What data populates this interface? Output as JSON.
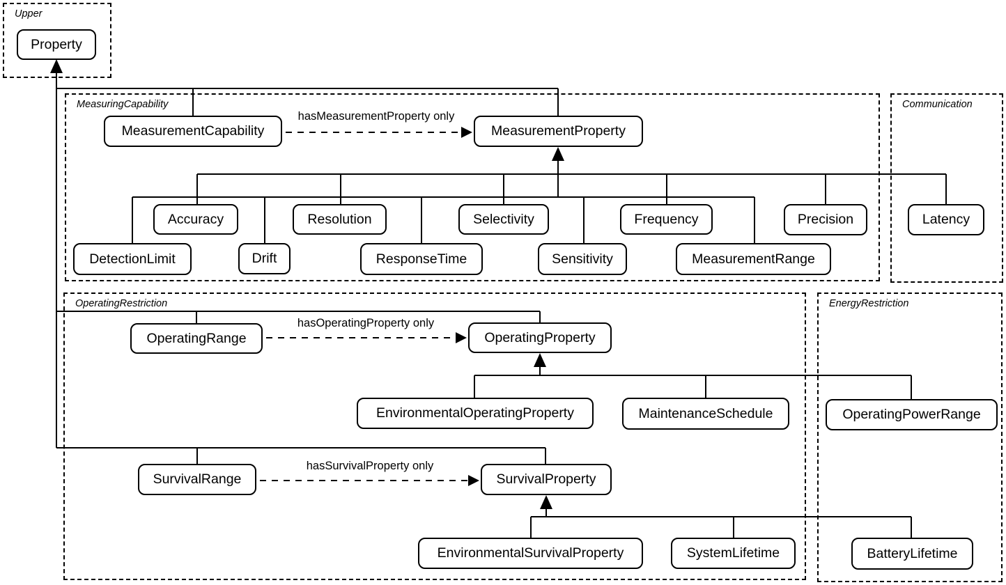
{
  "diagram": {
    "groups": {
      "upper": {
        "label": "Upper"
      },
      "measuring_capability": {
        "label": "MeasuringCapability"
      },
      "communication": {
        "label": "Communication"
      },
      "operating_restriction": {
        "label": "OperatingRestriction"
      },
      "energy_restriction": {
        "label": "EnergyRestriction"
      }
    },
    "nodes": {
      "property": {
        "label": "Property"
      },
      "measurement_capability": {
        "label": "MeasurementCapability"
      },
      "measurement_property": {
        "label": "MeasurementProperty"
      },
      "accuracy": {
        "label": "Accuracy"
      },
      "resolution": {
        "label": "Resolution"
      },
      "selectivity": {
        "label": "Selectivity"
      },
      "frequency": {
        "label": "Frequency"
      },
      "precision": {
        "label": "Precision"
      },
      "latency": {
        "label": "Latency"
      },
      "detection_limit": {
        "label": "DetectionLimit"
      },
      "drift": {
        "label": "Drift"
      },
      "response_time": {
        "label": "ResponseTime"
      },
      "sensitivity": {
        "label": "Sensitivity"
      },
      "measurement_range": {
        "label": "MeasurementRange"
      },
      "operating_range": {
        "label": "OperatingRange"
      },
      "operating_property": {
        "label": "OperatingProperty"
      },
      "environmental_operating_property": {
        "label": "EnvironmentalOperatingProperty"
      },
      "maintenance_schedule": {
        "label": "MaintenanceSchedule"
      },
      "operating_power_range": {
        "label": "OperatingPowerRange"
      },
      "survival_range": {
        "label": "SurvivalRange"
      },
      "survival_property": {
        "label": "SurvivalProperty"
      },
      "environmental_survival_property": {
        "label": "EnvironmentalSurvivalProperty"
      },
      "system_lifetime": {
        "label": "SystemLifetime"
      },
      "battery_lifetime": {
        "label": "BatteryLifetime"
      }
    },
    "edges": {
      "has_measurement_property": {
        "label": "hasMeasurementProperty only"
      },
      "has_operating_property": {
        "label": "hasOperatingProperty only"
      },
      "has_survival_property": {
        "label": "hasSurvivalProperty only"
      }
    },
    "colors": {
      "line": "#000000",
      "node_border": "#000000",
      "node_fill": "#ffffff",
      "background": "#ffffff"
    }
  }
}
